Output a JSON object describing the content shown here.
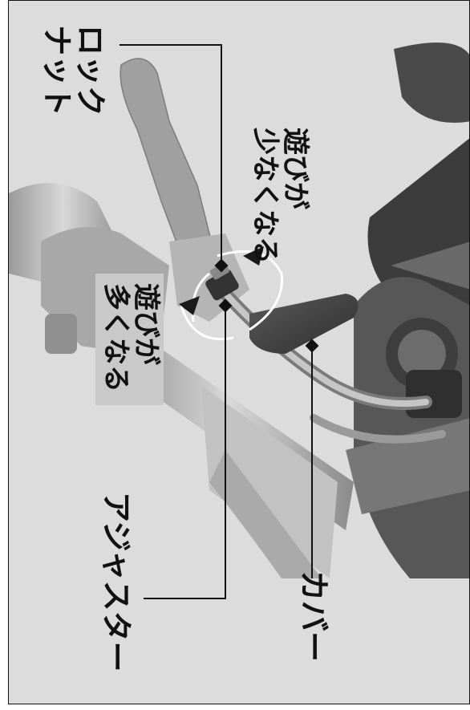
{
  "labels": {
    "lock_nut": [
      "ロック",
      "ナット"
    ],
    "play_less": [
      "遊びが",
      "少なくなる"
    ],
    "play_more": [
      "遊びが",
      "多くなる"
    ],
    "adjuster": "アジャスター",
    "cover": "カバー"
  },
  "colors": {
    "background": "#dcdcdc",
    "line": "#111111",
    "part_light": "#bdbdbd",
    "part_dark": "#555555"
  }
}
